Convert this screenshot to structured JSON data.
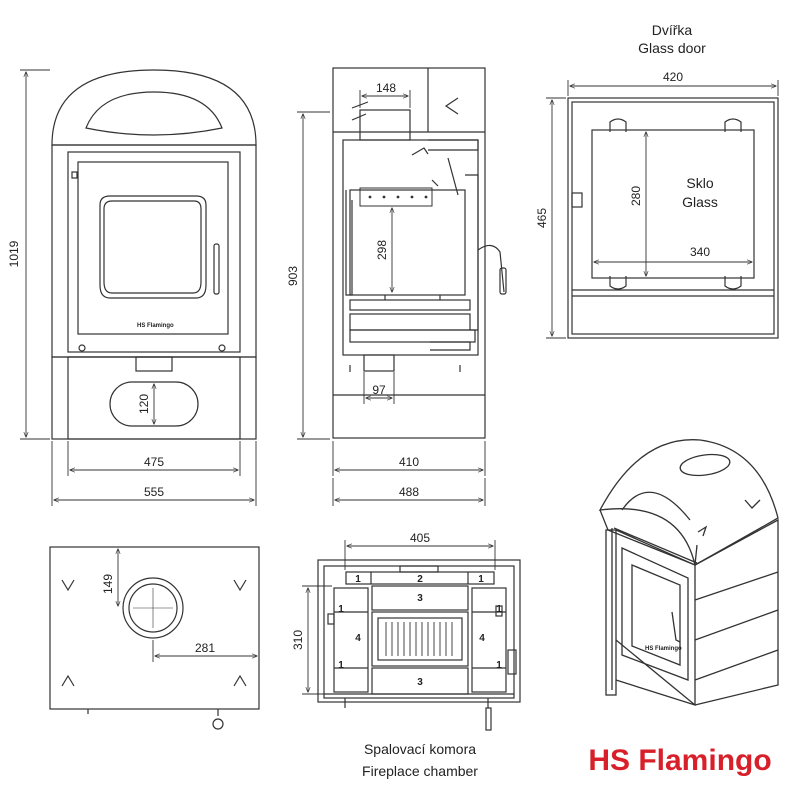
{
  "brand": {
    "name": "HS Flamingo",
    "color": "#d8202a"
  },
  "stove_logo_text": "HS Flamingo",
  "front_view": {
    "height": "1019",
    "inner_width": "475",
    "outer_width": "555",
    "ash_slot": "120"
  },
  "side_view": {
    "height": "903",
    "flue": "148",
    "chamber_height": "298",
    "inlet": "97",
    "depth_inner": "410",
    "depth_outer": "488"
  },
  "door_view": {
    "title_cz": "Dvířka",
    "title_en": "Glass door",
    "width": "420",
    "height": "465",
    "glass_height": "280",
    "glass_width": "340",
    "glass_label_cz": "Sklo",
    "glass_label_en": "Glass"
  },
  "top_view": {
    "flue_offset": "149",
    "flue_side": "281"
  },
  "chamber_view": {
    "width": "405",
    "depth": "310",
    "parts": [
      "1",
      "2",
      "1",
      "3",
      "1",
      "1",
      "4",
      "4",
      "1",
      "1",
      "3"
    ],
    "caption_cz": "Spalovací komora",
    "caption_en": "Fireplace chamber"
  }
}
